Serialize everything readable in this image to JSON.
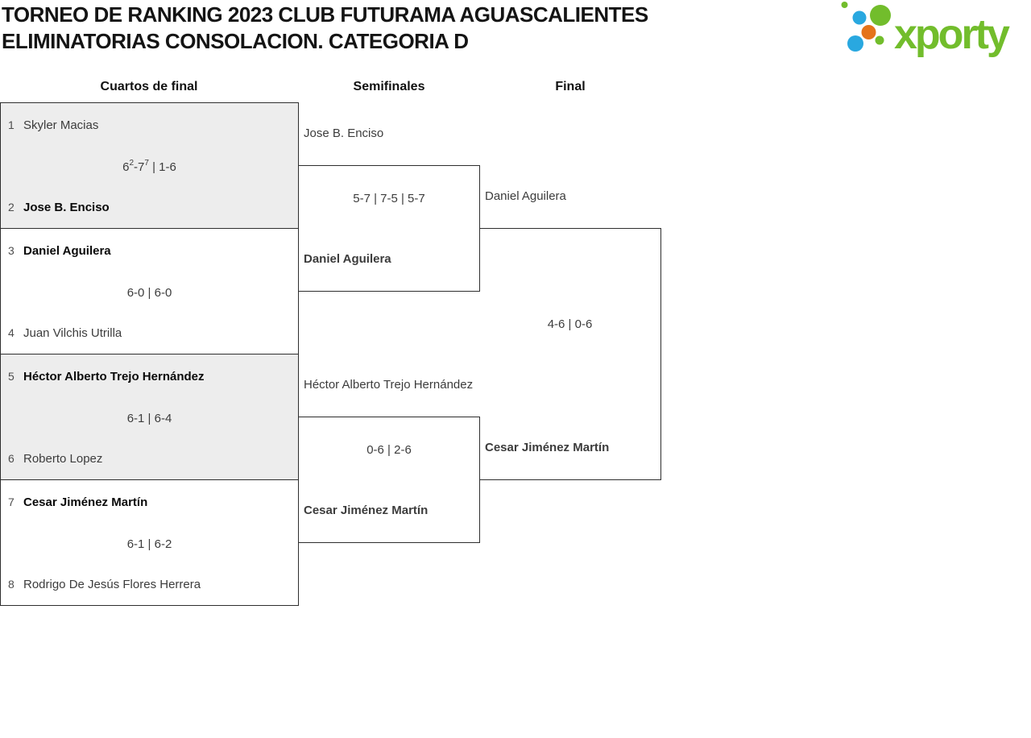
{
  "title": {
    "line1": "TORNEO DE RANKING 2023 CLUB FUTURAMA AGUASCALIENTES",
    "line2": "ELIMINATORIAS CONSOLACION. CATEGORIA D"
  },
  "logo": {
    "brand": "xporty",
    "colors": {
      "green": "#72bd2c",
      "blue": "#29a8e0",
      "orange": "#e5731a"
    }
  },
  "columns": [
    {
      "label": "Cuartos de final"
    },
    {
      "label": "Semifinales"
    },
    {
      "label": "Final"
    }
  ],
  "quarterfinals": [
    {
      "p1": {
        "seed": "1",
        "name": "Skyler Macias",
        "winner": false
      },
      "p2": {
        "seed": "2",
        "name": "Jose B. Enciso",
        "winner": true
      },
      "score": [
        {
          "t": "6"
        },
        {
          "t": "2",
          "sup": true
        },
        {
          "t": "-7"
        },
        {
          "t": "7",
          "sup": true
        },
        {
          "t": " | 1-6"
        }
      ]
    },
    {
      "p1": {
        "seed": "3",
        "name": "Daniel Aguilera",
        "winner": true
      },
      "p2": {
        "seed": "4",
        "name": "Juan Vilchis Utrilla",
        "winner": false
      },
      "score": [
        {
          "t": "6-0 | 6-0"
        }
      ]
    },
    {
      "p1": {
        "seed": "5",
        "name": "Héctor Alberto Trejo Hernández",
        "winner": true
      },
      "p2": {
        "seed": "6",
        "name": "Roberto Lopez",
        "winner": false
      },
      "score": [
        {
          "t": "6-1 | 6-4"
        }
      ]
    },
    {
      "p1": {
        "seed": "7",
        "name": "Cesar Jiménez Martín",
        "winner": true
      },
      "p2": {
        "seed": "8",
        "name": "Rodrigo De Jesús Flores Herrera",
        "winner": false
      },
      "score": [
        {
          "t": "6-1 | 6-2"
        }
      ]
    }
  ],
  "semifinals": [
    {
      "p1": {
        "name": "Jose B. Enciso",
        "winner": false
      },
      "p2": {
        "name": "Daniel Aguilera",
        "winner": true
      },
      "score": [
        {
          "t": "5-7 | 7-5 | 5-7"
        }
      ]
    },
    {
      "p1": {
        "name": "Héctor Alberto Trejo Hernández",
        "winner": false
      },
      "p2": {
        "name": "Cesar Jiménez Martín",
        "winner": true
      },
      "score": [
        {
          "t": "0-6 | 2-6"
        }
      ]
    }
  ],
  "final": {
    "p1": {
      "name": "Daniel Aguilera",
      "winner": false
    },
    "p2": {
      "name": "Cesar Jiménez Martín",
      "winner": true
    },
    "score": [
      {
        "t": "4-6 | 0-6"
      }
    ]
  }
}
